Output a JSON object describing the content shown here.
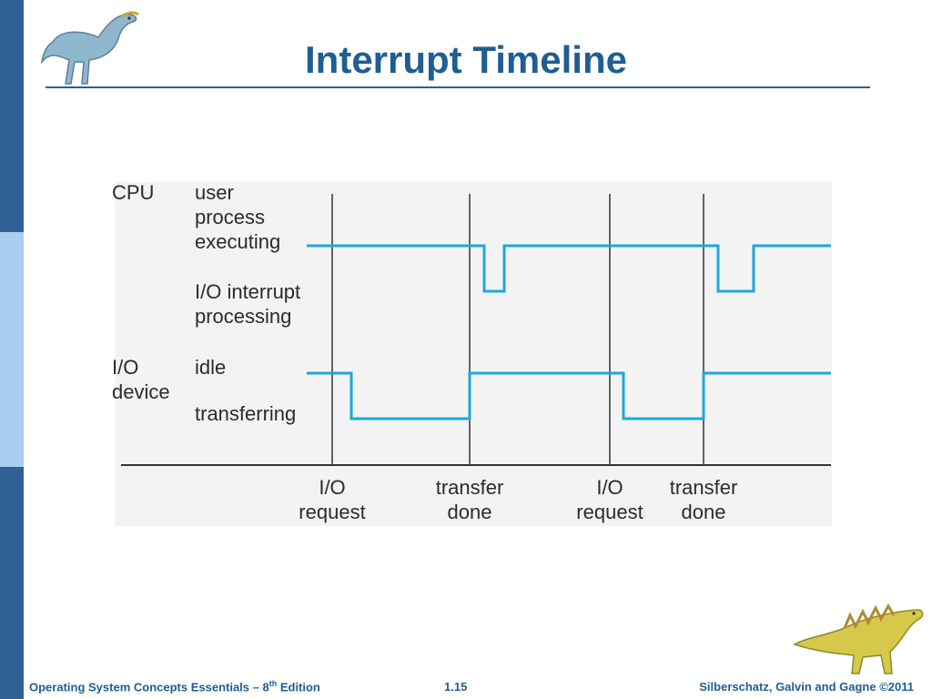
{
  "slide": {
    "title": "Interrupt Timeline"
  },
  "diagram": {
    "row_labels": {
      "cpu": "CPU",
      "io_device": "I/O\ndevice"
    },
    "state_labels": {
      "user_process_executing": "user\nprocess\nexecuting",
      "io_interrupt_processing": "I/O interrupt\nprocessing",
      "idle": "idle",
      "transferring": "transferring"
    },
    "events": [
      {
        "label": "I/O\nrequest"
      },
      {
        "label": "transfer\ndone"
      },
      {
        "label": "I/O\nrequest"
      },
      {
        "label": "transfer\ndone"
      }
    ],
    "line_color": "#1ea7dc"
  },
  "footer": {
    "book_prefix": "Operating System Concepts Essentials – 8",
    "book_sup": "th",
    "book_suffix": " Edition",
    "page_number": "1.15",
    "copyright": "Silberschatz, Galvin and Gagne ©2011"
  }
}
